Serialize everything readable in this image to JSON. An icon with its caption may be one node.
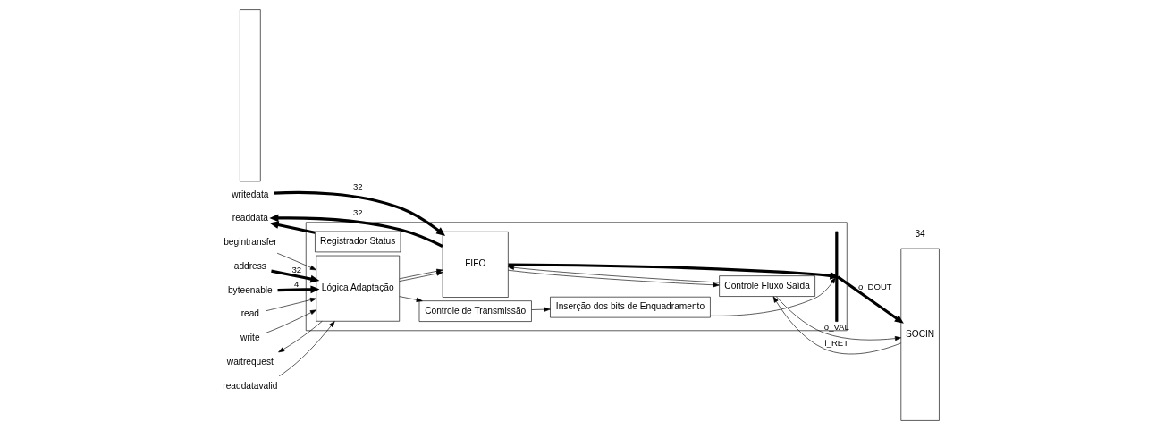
{
  "diagram": {
    "nodes": [
      {
        "text": [],
        "shape": "box"
      },
      {
        "text": [
          "Registrador Status"
        ],
        "in": 0
      },
      {
        "text": [
          "FIFO"
        ],
        "in": 0
      },
      {
        "text": [
          "Controle Fluxo Saída"
        ],
        "in": 0
      },
      {
        "text": [
          "Lógica Adaptação"
        ],
        "in": 0
      },
      {
        "text": [
          "Controle de Transmissão"
        ],
        "in": 0
      },
      {
        "text": [
          "Inserção dos bits de Enquadramento"
        ],
        "in": 0
      },
      {
        "text": [],
        "shape": "bar",
        "in": 0
      },
      {
        "text": [],
        "shape": "box"
      },
      {
        "text": [
          "readdata"
        ]
      },
      {
        "text": [
          "writedata"
        ]
      },
      {
        "text": [
          "address"
        ]
      },
      {
        "text": [
          "byteenable"
        ]
      },
      {
        "text": [
          "read"
        ]
      },
      {
        "text": [
          "write"
        ]
      },
      {
        "text": [
          "waitrequest"
        ]
      },
      {
        "text": [
          "readdatavalid"
        ]
      },
      {
        "text": [
          "begintransfer"
        ]
      },
      {
        "text": [
          "SOCIN"
        ]
      }
    ],
    "edges": [
      {
        "from": 2,
        "to": 9,
        "arrow": "to",
        "style": "thick",
        "label": "32"
      },
      {
        "from": 1,
        "to": 9,
        "arrow": "to",
        "style": "thick"
      },
      {
        "from": 10,
        "to": 2,
        "arrow": "to",
        "style": "thick",
        "label": "32"
      },
      {
        "from": 11,
        "to": 4,
        "arrow": "to",
        "style": "thick",
        "label": "32"
      },
      {
        "from": 12,
        "to": 4,
        "arrow": "to",
        "style": "thick",
        "label": "4"
      },
      {
        "from": 13,
        "to": 4,
        "arrow": "to"
      },
      {
        "from": 14,
        "to": 4,
        "arrow": "to"
      },
      {
        "from": 4,
        "to": 15,
        "arrow": "to"
      },
      {
        "from": 16,
        "to": 4,
        "arrow": "to"
      },
      {
        "from": 17,
        "to": 4,
        "arrow": "to"
      },
      {
        "from": 4,
        "to": 2,
        "arrow": "to"
      },
      {
        "from": 4,
        "to": 2,
        "arrow": "to"
      },
      {
        "from": 4,
        "to": 5,
        "arrow": "to"
      },
      {
        "from": 5,
        "to": 6,
        "arrow": "to"
      },
      {
        "from": 6,
        "to": 7,
        "arrow": "to"
      },
      {
        "from": 2,
        "to": 7,
        "arrow": "to",
        "style": "thick"
      },
      {
        "from": 2,
        "to": 3,
        "arrow": "to"
      },
      {
        "from": 3,
        "to": 2,
        "arrow": "to"
      },
      {
        "from": 3,
        "to": 18,
        "arrow": "to",
        "label": "o_VAL"
      },
      {
        "from": 18,
        "to": 3,
        "arrow": "to",
        "label": "i_RET"
      },
      {
        "from": 7,
        "to": 18,
        "arrow": "to",
        "style": "thick",
        "label": "o_DOUT"
      }
    ],
    "labels": [
      "34"
    ]
  }
}
